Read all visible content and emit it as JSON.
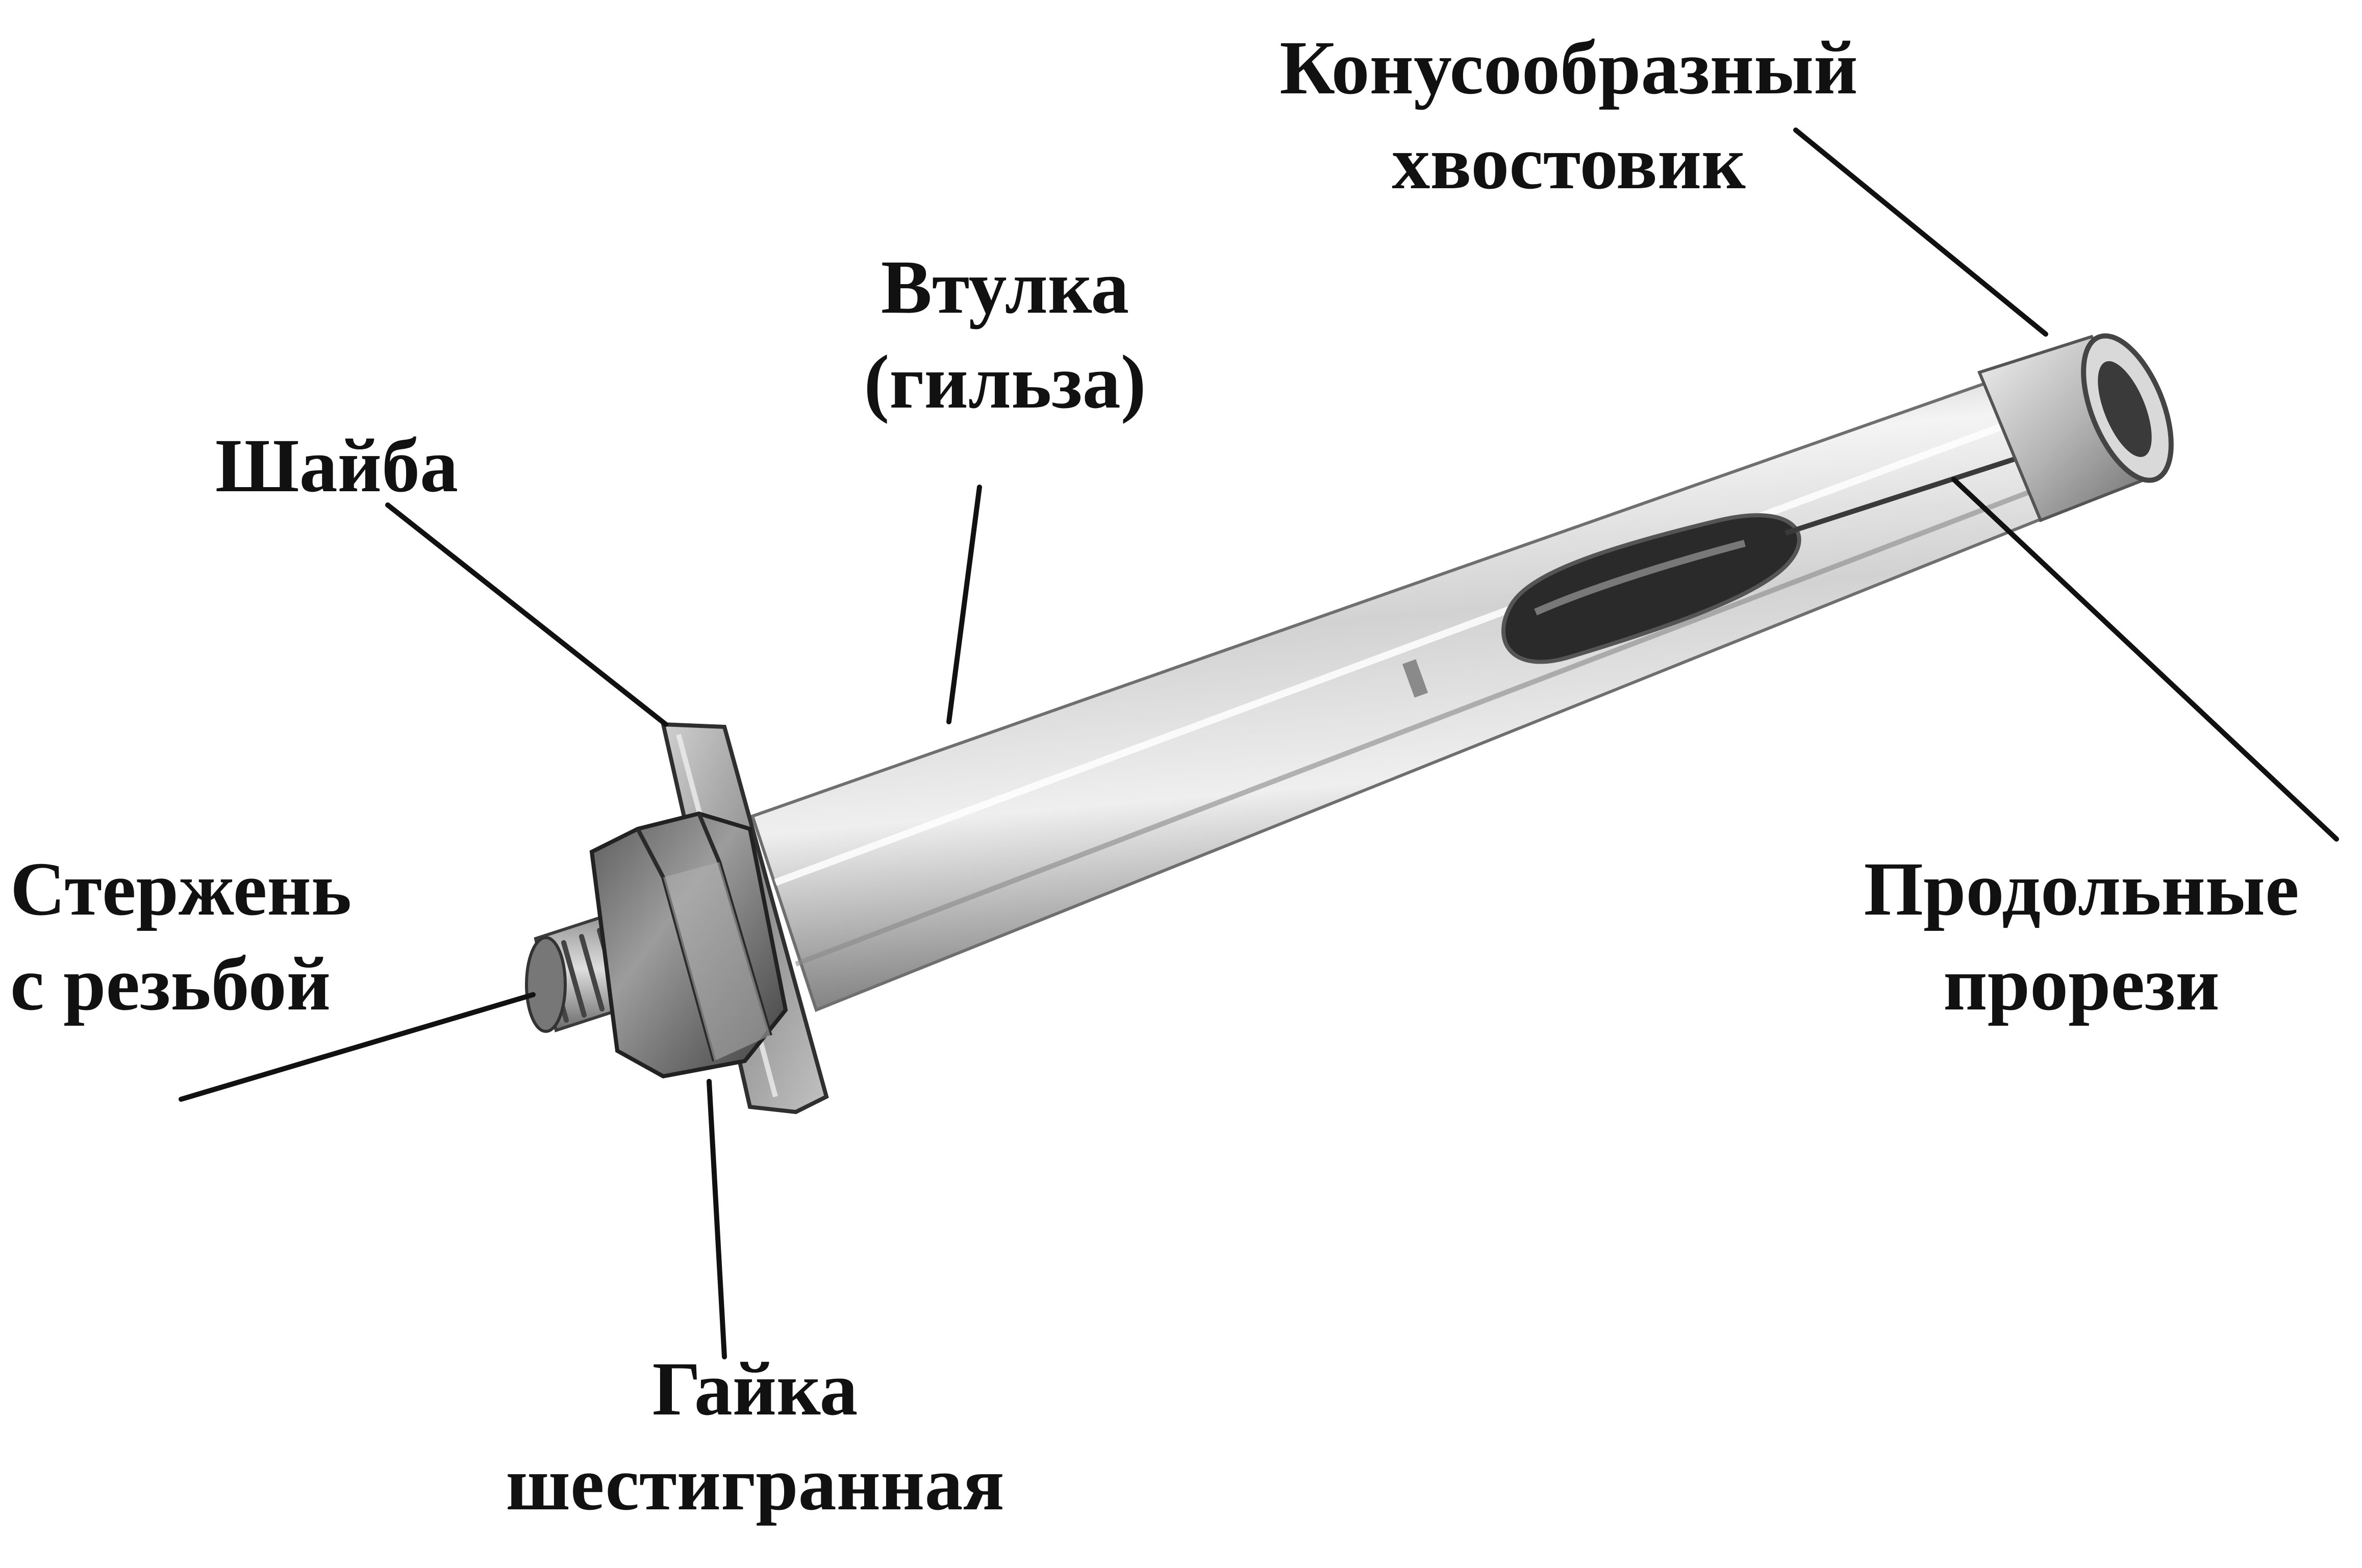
{
  "labels": {
    "cone_tail": {
      "line1": "Конусообразный",
      "line2": "хвостовик"
    },
    "sleeve": {
      "line1": "Втулка",
      "line2": "(гильза)"
    },
    "washer": {
      "line1": "Шайба"
    },
    "threaded_rod": {
      "line1": "Стержень",
      "line2": "с резьбой"
    },
    "hex_nut": {
      "line1": "Гайка",
      "line2": "шестигранная"
    },
    "longitudinal_slots": {
      "line1": "Продольные",
      "line2": "прорези"
    }
  },
  "colors": {
    "text": "#111111",
    "leader_line": "#111111",
    "metal_light": "#f2f2f2",
    "metal_mid": "#c4c4c4",
    "metal_dark": "#5a5a5a",
    "background": "#ffffff"
  }
}
